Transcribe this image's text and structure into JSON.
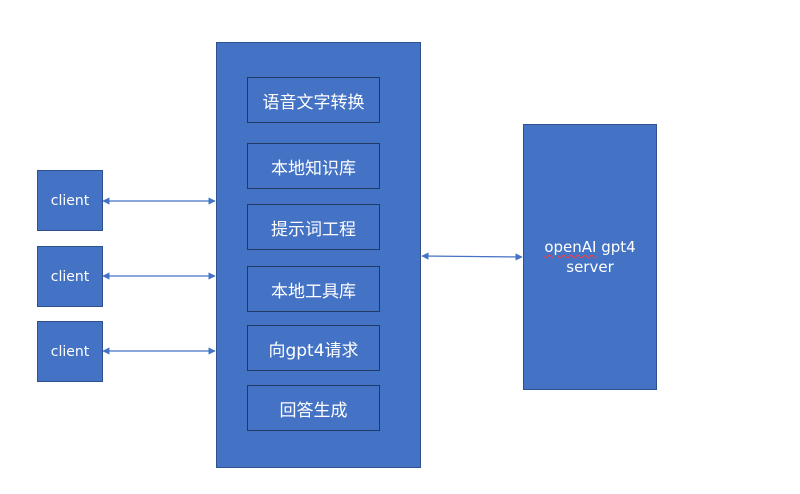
{
  "clients": [
    {
      "label": "client"
    },
    {
      "label": "client"
    },
    {
      "label": "client"
    }
  ],
  "middleware": {
    "modules": [
      {
        "label": "语音文字转换"
      },
      {
        "label": "本地知识库"
      },
      {
        "label": "提示词工程"
      },
      {
        "label": "本地工具库"
      },
      {
        "label": "向gpt4请求"
      },
      {
        "label": "回答生成"
      }
    ]
  },
  "server": {
    "line1_word1": "openAI",
    "line1_word2": "gpt4",
    "line2": "server"
  },
  "colors": {
    "box_fill": "#4472c4",
    "box_border": "#2f528f",
    "arrow": "#4472c4",
    "spellcheck_underline": "#ff3b3b"
  }
}
